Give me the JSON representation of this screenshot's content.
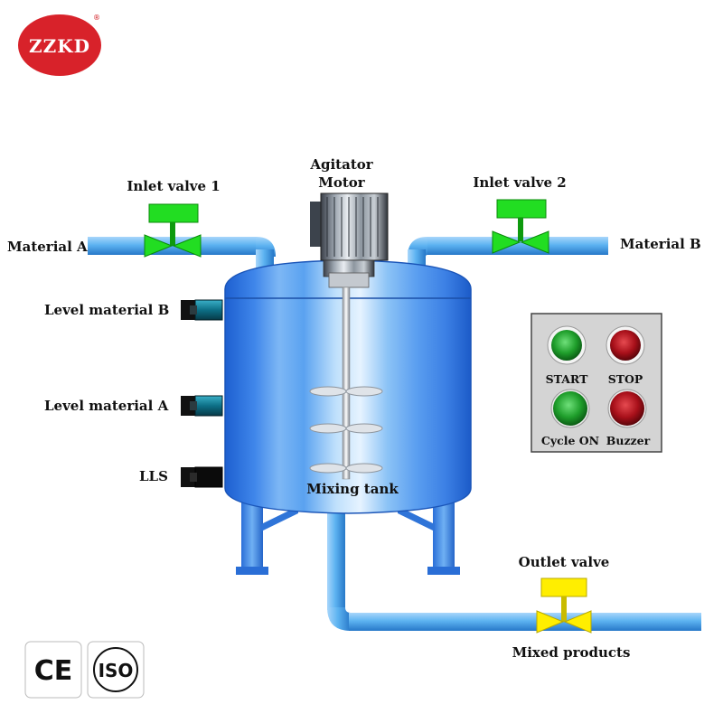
{
  "brand": {
    "logo_text": "ZZKD",
    "registered_mark": "®",
    "color": "#d8222a"
  },
  "labels": {
    "agitator_line1": "Agitator",
    "agitator_line2": "Motor",
    "inlet_valve_1": "Inlet valve 1",
    "inlet_valve_2": "Inlet valve 2",
    "material_a": "Material A",
    "material_b": "Material B",
    "level_material_b": "Level material B",
    "level_material_a": "Level material A",
    "lls": "LLS",
    "mixing_tank": "Mixing tank",
    "outlet_valve": "Outlet valve",
    "mixed_products": "Mixed products"
  },
  "control_panel": {
    "start": "START",
    "stop": "STOP",
    "cycle_on": "Cycle ON",
    "buzzer": "Buzzer"
  },
  "certifications": {
    "ce": "CE",
    "iso": "ISO"
  },
  "colors": {
    "pipe": "#4aa3e8",
    "tank": "#3a7fe0",
    "inlet_valve": "#22dd22",
    "outlet_valve": "#ffee00",
    "green_button": "#1e9e2a",
    "red_button": "#b01018"
  }
}
